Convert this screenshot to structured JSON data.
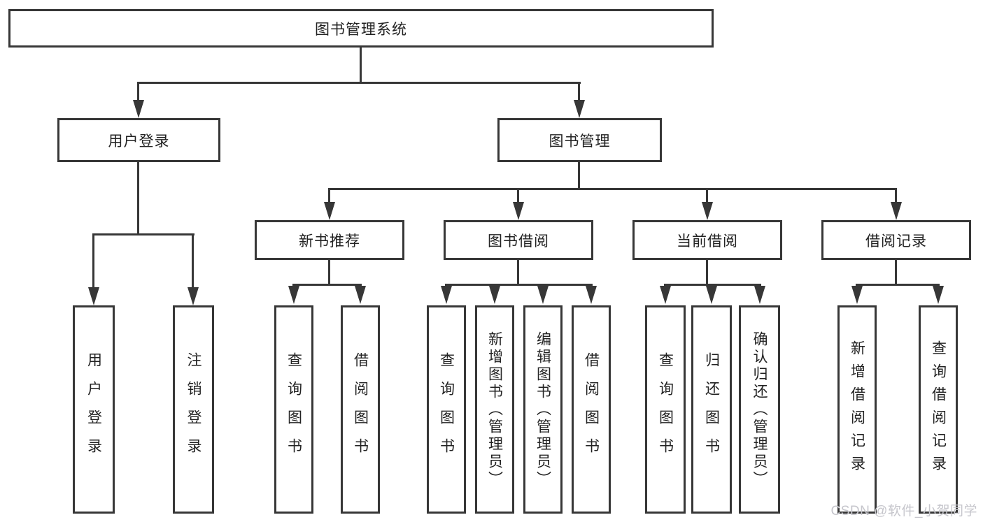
{
  "tree": {
    "label": "图书管理系统",
    "children": [
      {
        "label": "用户登录",
        "children": [
          {
            "label": "用户登录"
          },
          {
            "label": "注销登录"
          }
        ]
      },
      {
        "label": "图书管理",
        "children": [
          {
            "label": "新书推荐",
            "children": [
              {
                "label": "查询图书"
              },
              {
                "label": "借阅图书"
              }
            ]
          },
          {
            "label": "图书借阅",
            "children": [
              {
                "label": "查询图书"
              },
              {
                "label": "新增图书（管理员）"
              },
              {
                "label": "编辑图书（管理员）"
              },
              {
                "label": "借阅图书"
              }
            ]
          },
          {
            "label": "当前借阅",
            "children": [
              {
                "label": "查询图书"
              },
              {
                "label": "归还图书"
              },
              {
                "label": "确认归还（管理员）"
              }
            ]
          },
          {
            "label": "借阅记录",
            "children": [
              {
                "label": "新增借阅记录"
              },
              {
                "label": "查询借阅记录"
              }
            ]
          }
        ]
      }
    ]
  },
  "watermark": {
    "text": "CSDN @软件_小贺同学"
  },
  "colors": {
    "line": "#373737",
    "text": "#222222",
    "background": "#ffffff",
    "watermark": "#c6c6cc"
  }
}
